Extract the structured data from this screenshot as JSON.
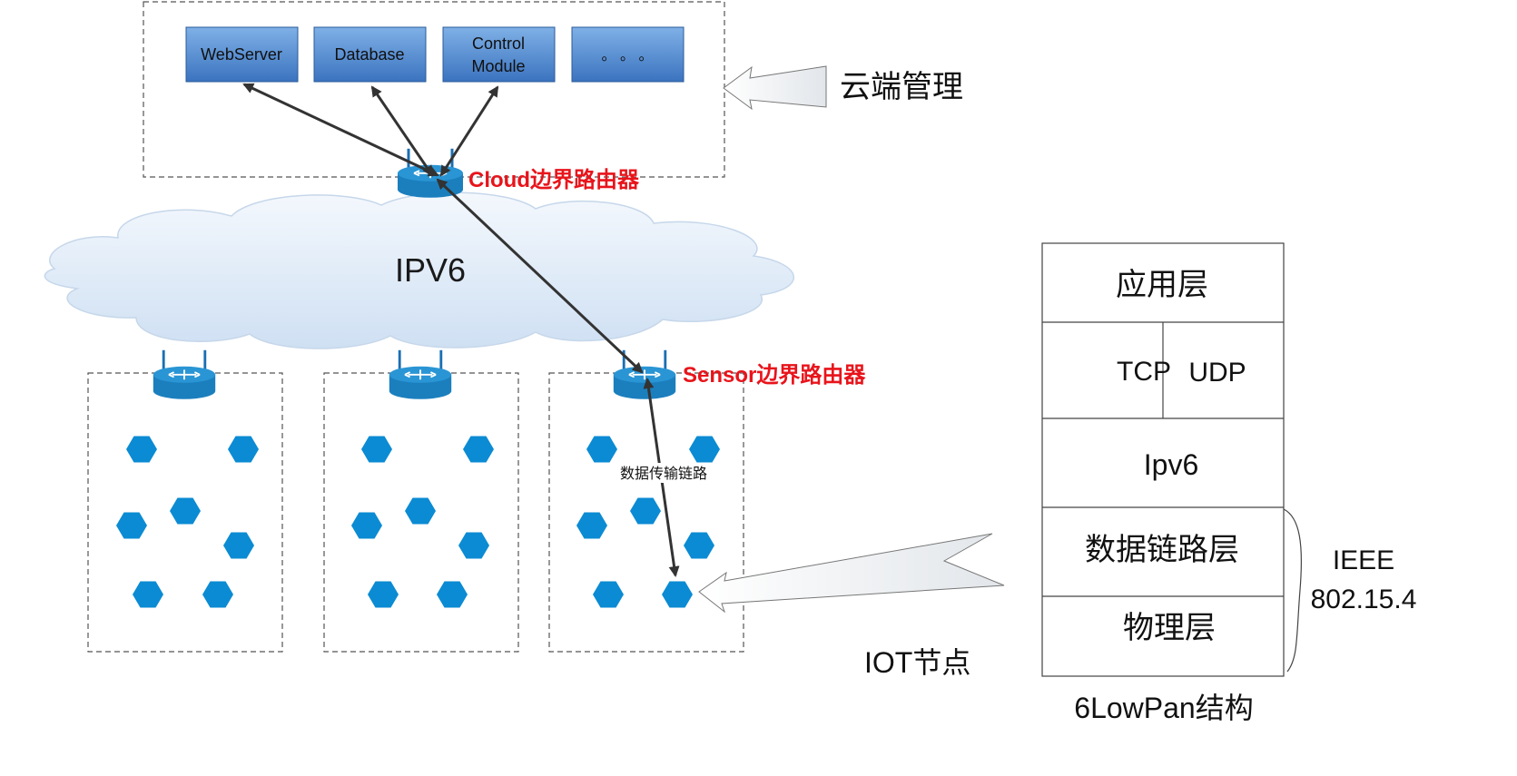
{
  "cloud_management": {
    "modules": [
      {
        "label_lines": [
          "WebServer"
        ]
      },
      {
        "label_lines": [
          "Database"
        ]
      },
      {
        "label_lines": [
          "Control",
          "Module"
        ]
      },
      {
        "label_lines": [
          "。 。 。"
        ]
      }
    ],
    "label": "云端管理"
  },
  "cloud_router_label": "Cloud边界路由器",
  "network_label": "IPV6",
  "sensor_router_label": "Sensor边界路由器",
  "link_label": "数据传输链路",
  "iot_label": "IOT节点",
  "stack": {
    "layers": [
      {
        "label": "应用层"
      },
      {
        "label": "TCP",
        "label2": "UDP"
      },
      {
        "label": "Ipv6"
      },
      {
        "label": "数据链路层"
      },
      {
        "label": "物理层"
      }
    ],
    "ieee_label_lines": [
      "IEEE",
      "802.15.4"
    ],
    "caption": "6LowPan结构"
  },
  "colors": {
    "module_fill_top": "#6da3df",
    "module_fill_bottom": "#3d78c4",
    "router_red": "#e8141b",
    "node_blue": "#0a8ad2",
    "arrow": "#3a3a3a",
    "cloud_fill": "#dce9f7"
  },
  "icons": {
    "router": "router-icon",
    "node": "hexagon-node-icon",
    "cloud": "cloud-shape"
  }
}
